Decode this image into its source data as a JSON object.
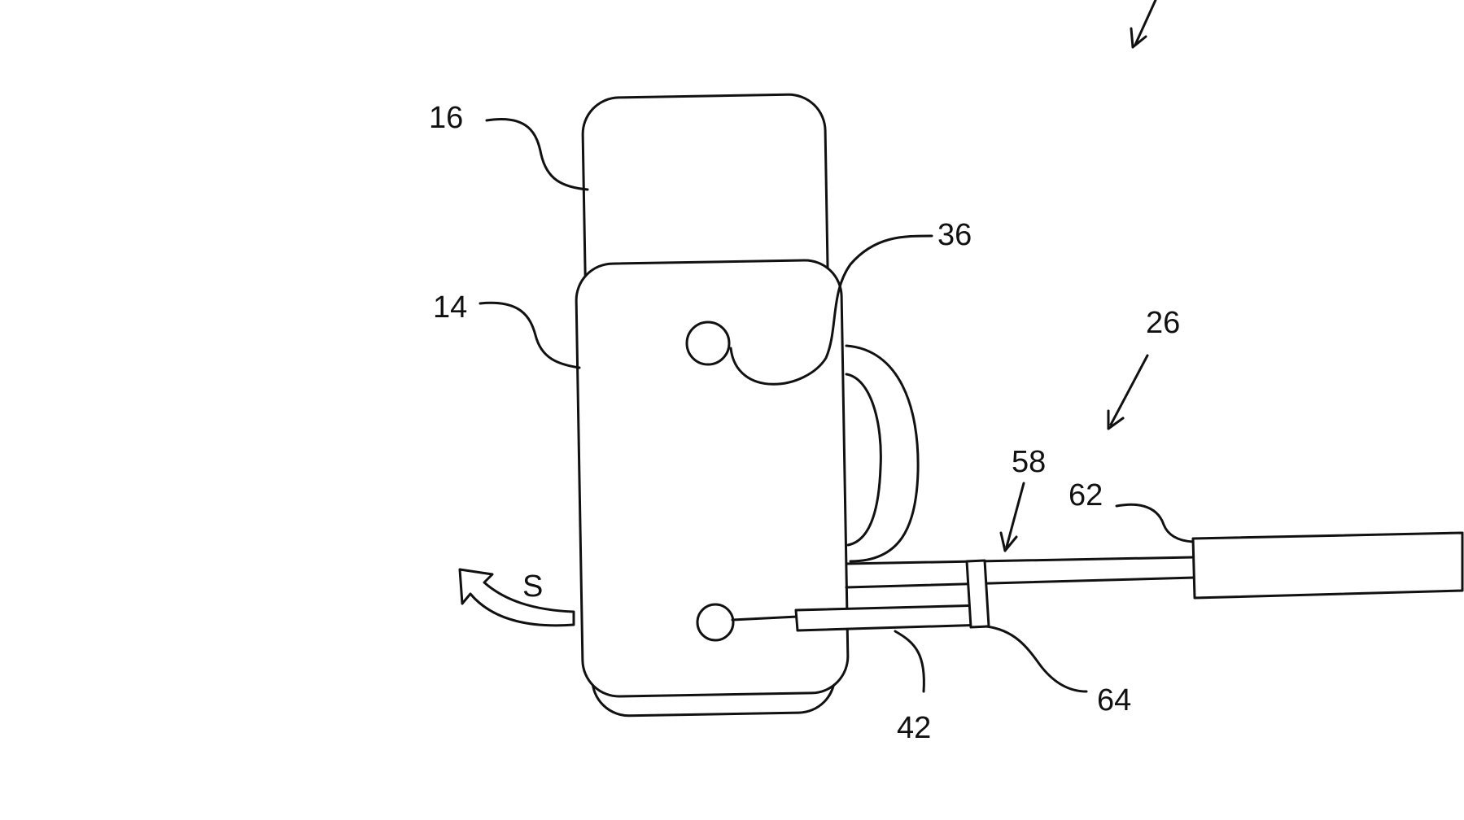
{
  "figure": {
    "labels": {
      "l16": "16",
      "l14": "14",
      "l36": "36",
      "l26": "26",
      "l58": "58",
      "l62": "62",
      "l64": "64",
      "l42": "42",
      "lS": "S"
    },
    "colors": {
      "line": "#111111",
      "background": "#ffffff"
    }
  }
}
